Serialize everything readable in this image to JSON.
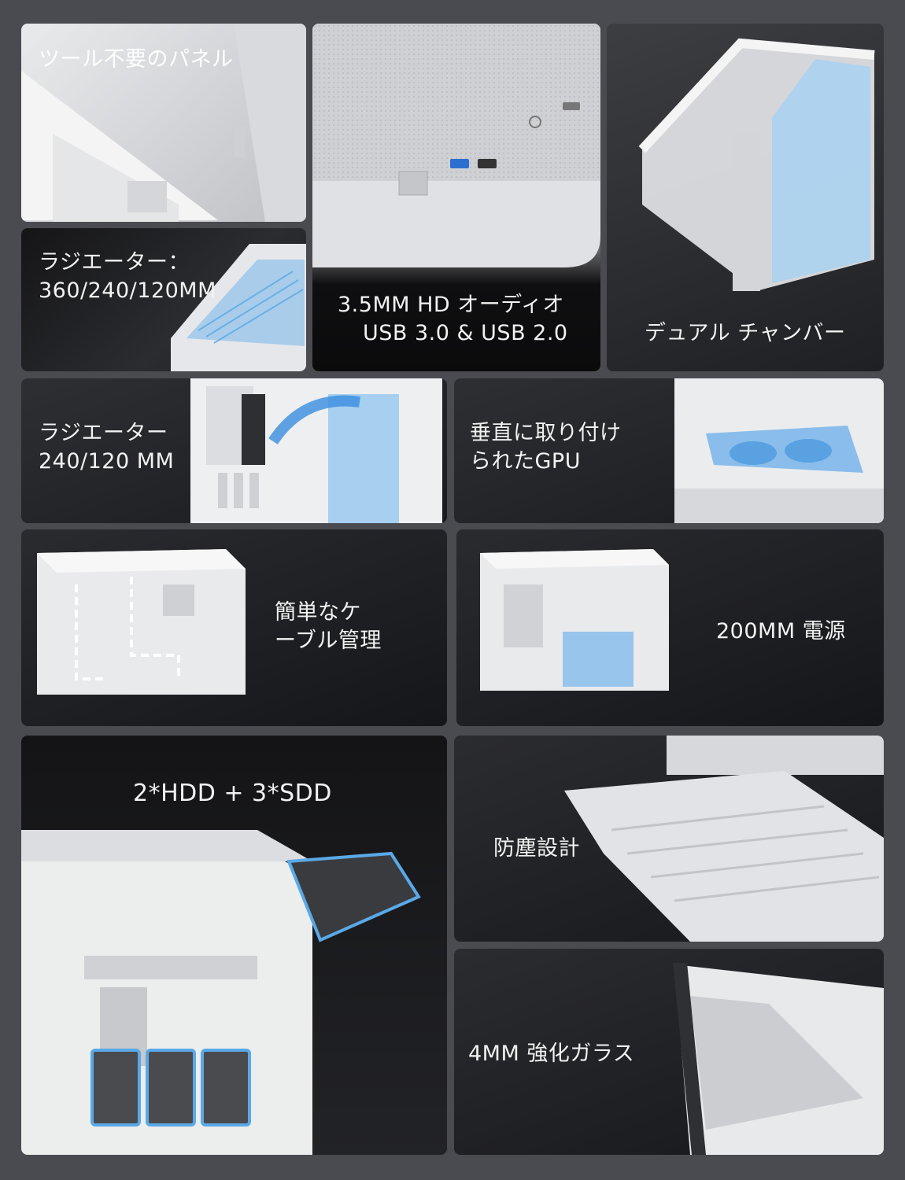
{
  "panels": {
    "tool_free": {
      "line1": "ツール不要のパネル"
    },
    "radiator_top": {
      "line1": "ラジエーター：",
      "line2": "360/240/120MM"
    },
    "io": {
      "line1": "3.5MM HD オーディオ",
      "line2": "USB 3.0 & USB 2.0"
    },
    "dual": {
      "line1": "デュアル チャンバー"
    },
    "radiator_side": {
      "line1": "ラジエーター",
      "line2": "240/120 MM"
    },
    "gpu": {
      "line1": "垂直に取り付け",
      "line2": "られたGPU"
    },
    "cable": {
      "line1": "簡単なケ",
      "line2": "ーブル管理"
    },
    "psu": {
      "line1": "200MM 電源"
    },
    "storage": {
      "line1": "2*HDD + 3*SDD"
    },
    "dust": {
      "line1": "防塵設計"
    },
    "glass": {
      "line1": "4MM 強化ガラス"
    }
  },
  "colors": {
    "background": "#4a4b50",
    "accent_blue": "#5aa9e6"
  }
}
